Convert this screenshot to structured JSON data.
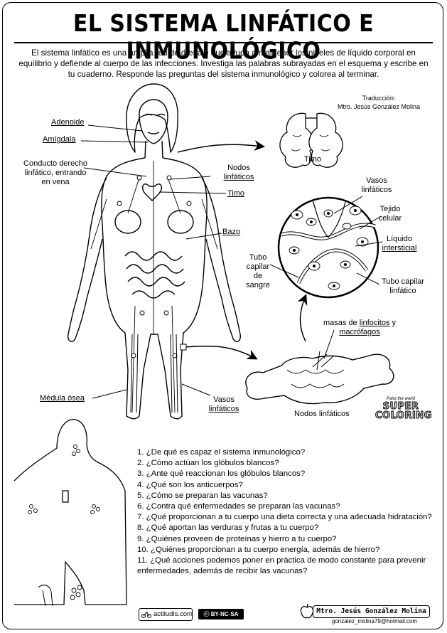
{
  "title": "EL SISTEMA LINFÁTICO E INMUNOLÓGICO",
  "intro": "El sistema linfático es una amplia red de drenaje que ayuda a mantener los niveles de líquido corporal en equilibrio y defiende al cuerpo de las infecciones. Investiga las palabras subrayadas en el esquema y escribe en tu cuaderno. Responde las preguntas del sistema inmunológico y colorea al terminar.",
  "translation": {
    "label": "Traducción:",
    "name": "Mtro. Jesús González Molina"
  },
  "labels": {
    "adenoide": "Adenoide",
    "amigdala": "Amígdala",
    "conducto_line1": "Conducto derecho",
    "conducto_line2": "linfático, entrando",
    "conducto_line3": "en vena",
    "nodos_line1": "Nodos",
    "nodos_line2": "linfáticos",
    "timo": "Timo",
    "bazo": "Bazo",
    "medula": "Médula ósea",
    "vasos_bottom_line1": "Vasos",
    "vasos_bottom_line2": "linfáticos",
    "timo_detail": "Timo",
    "vasos_detail_line1": "Vasos",
    "vasos_detail_line2": "linfáticos",
    "tejido_line1": "Tejido",
    "tejido_line2": "celular",
    "liquido_line1": "Líquido",
    "liquido_line2": "intersticial",
    "tubo_sangre_line1": "Tubo",
    "tubo_sangre_line2": "capilar",
    "tubo_sangre_line3": "de",
    "tubo_sangre_line4": "sangre",
    "tubo_linf_line1": "Tubo capilar",
    "tubo_linf_line2": "linfático",
    "masas_prefix": "masas de ",
    "masas_linfocitos": "linfocitos",
    "masas_y": " y",
    "macrofagos": "macrófagos",
    "nodos_detail": "Nodos linfáticos"
  },
  "questions": [
    "1. ¿De qué es capaz el sistema inmunológico?",
    "2. ¿Cómo actúan los glóbulos blancos?",
    "3. ¿Ante qué reaccionan los glóbulos blancos?",
    "4. ¿Qué son los anticuerpos?",
    "5. ¿Cómo se preparan las vacunas?",
    "6. ¿Contra qué enfermedades se preparan las vacunas?",
    "7. ¿Qué proporcionan a tu cuerpo una dieta correcta y una adecuada hidratación?",
    "8. ¿Qué aportan las verduras y frutas a tu cuerpo?",
    "9. ¿Quiénes proveen de proteínas y hierro a tu cuerpo?",
    "10. ¿Quiénes proporcionan a tu cuerpo energía, además de hierro?",
    "11. ¿Qué acciones podemos poner en práctica de modo constante para prevenir enfermedades, además de recibir las vacunas?"
  ],
  "logo": {
    "tagline": "Paint the world",
    "line1": "SUPER",
    "line2": "COLORING"
  },
  "footer": {
    "actiludis": "actiludis.com",
    "license": "BY-NC-SA",
    "author": "Mtro. Jesús González Molina",
    "email": "gonzalez_molina79@hotmail.com"
  }
}
